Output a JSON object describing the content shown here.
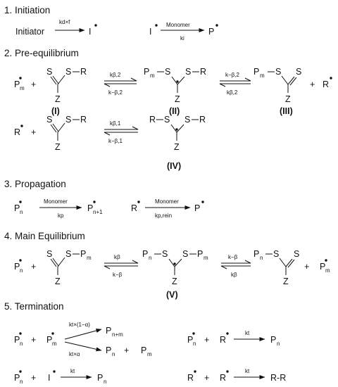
{
  "sections": [
    "1. Initiation",
    "2. Pre-equilibrium",
    "3. Propagation",
    "4. Main Equilibrium",
    "5. Termination"
  ],
  "labels": {
    "kd_f": "kd×f",
    "monomer": "Monomer",
    "ki": "ki",
    "kbeta2": "kβ,2",
    "kminusbeta2": "k−β,2",
    "kbeta1": "kβ,1",
    "kminusbeta1": "k−β,1",
    "kp": "kp",
    "kprein": "kp,rein",
    "kbeta": "kβ",
    "kminusbeta": "k−β",
    "kt_1_alpha": "kt×(1−α)",
    "kt_alpha": "kt×α",
    "kt": "kt"
  },
  "species": {
    "initiator": "Initiator",
    "I": "I",
    "P": "P",
    "Pm": "P",
    "R": "R",
    "Pn": "P",
    "S": "S",
    "Z": "Z",
    "plus": "+",
    "R_R": "R-R",
    "Pn1": "P"
  },
  "compounds": [
    "(I)",
    "(II)",
    "(III)",
    "(IV)",
    "(V)"
  ]
}
